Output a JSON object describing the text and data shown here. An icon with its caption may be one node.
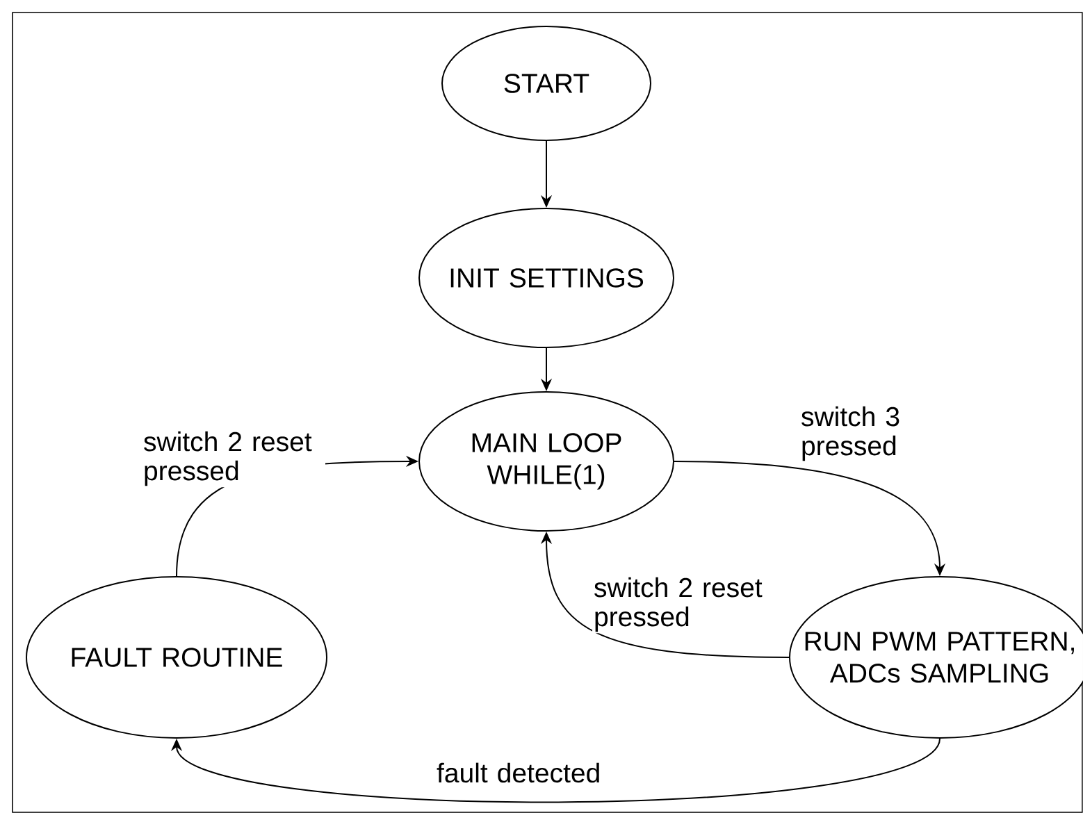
{
  "diagram": {
    "nodes": [
      {
        "text": [
          "START"
        ]
      },
      {
        "text": [
          "INIT SETTINGS"
        ]
      },
      {
        "text": [
          "MAIN LOOP WHILE(1)"
        ]
      },
      {
        "text": [
          "FAULT ROUTINE"
        ]
      },
      {
        "text": [
          "RUN PWM PATTERN, ADCs SAMPLING"
        ]
      }
    ],
    "edges": [
      {
        "from": 0,
        "to": 1,
        "arrow": "to"
      },
      {
        "from": 1,
        "to": 2,
        "arrow": "to"
      },
      {
        "from": 3,
        "to": 2,
        "arrow": "to",
        "label": "switch 2 reset pressed"
      },
      {
        "from": 2,
        "to": 4,
        "arrow": "to",
        "label": "switch 3 pressed"
      },
      {
        "from": 4,
        "to": 2,
        "arrow": "to",
        "label": "switch 2 reset pressed"
      },
      {
        "from": 4,
        "to": 3,
        "arrow": "to",
        "label": "fault detected"
      }
    ]
  }
}
